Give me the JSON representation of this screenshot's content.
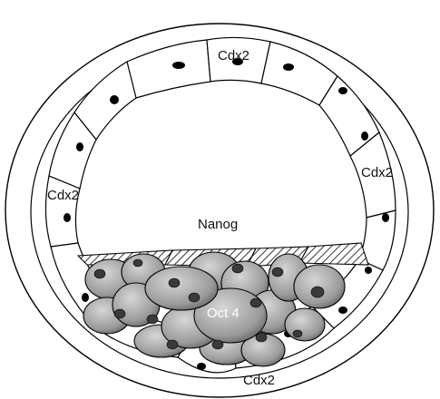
{
  "labels": {
    "cdx2_top": "Cdx2",
    "cdx2_left": "Cdx2",
    "cdx2_right": "Cdx2",
    "cdx2_bottom": "Cdx2",
    "nanog": "Nanog",
    "oct4": "Oct 4"
  },
  "colors": {
    "outline": "#000000",
    "background": "#ffffff",
    "inner_cell_mass_dark": "#555555",
    "inner_cell_mass_light": "#d0d0d0",
    "nucleus": "#3a3a3a",
    "trophectoderm_nucleus": "#000000"
  }
}
